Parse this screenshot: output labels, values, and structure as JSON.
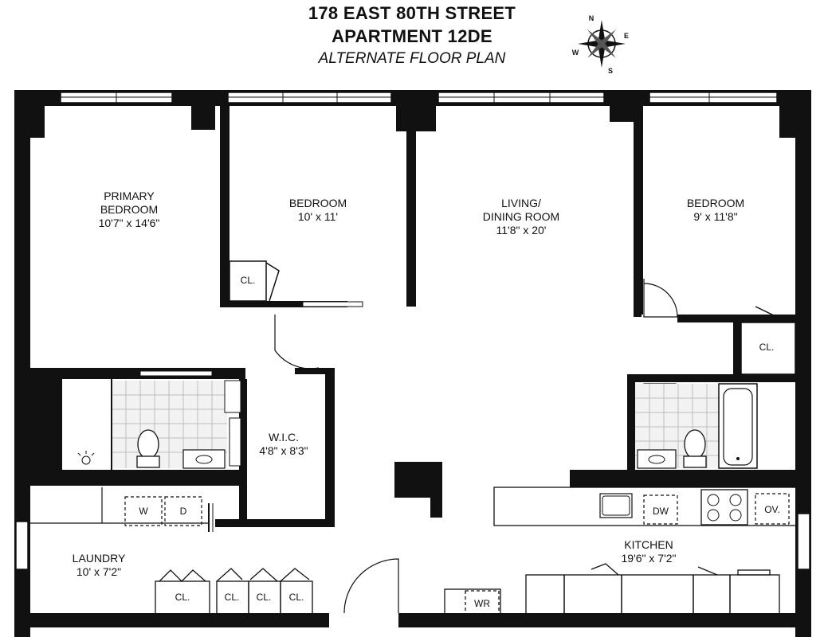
{
  "header": {
    "address": "178 EAST 80TH STREET",
    "unit": "APARTMENT 12DE",
    "subtitle": "ALTERNATE FLOOR PLAN"
  },
  "compass": {
    "n": "N",
    "e": "E",
    "s": "S",
    "w": "W"
  },
  "rooms": {
    "primary_bedroom": {
      "name1": "PRIMARY",
      "name2": "BEDROOM",
      "dims": "10'7\" x 14'6\""
    },
    "bedroom_2": {
      "name": "BEDROOM",
      "dims": "10' x 11'"
    },
    "living": {
      "name1": "LIVING/",
      "name2": "DINING ROOM",
      "dims": "11'8\" x 20'"
    },
    "bedroom_3": {
      "name": "BEDROOM",
      "dims": "9' x 11'8\""
    },
    "wic": {
      "name": "W.I.C.",
      "dims": "4'8\" x 8'3\""
    },
    "laundry": {
      "name": "LAUNDRY",
      "dims": "10' x 7'2\""
    },
    "kitchen": {
      "name": "KITCHEN",
      "dims": "19'6\" x 7'2\""
    }
  },
  "fixtures": {
    "closet": "CL.",
    "washer": "W",
    "dryer": "D",
    "dishwasher": "DW",
    "oven": "OV.",
    "wine_refrigerator": "WR"
  }
}
